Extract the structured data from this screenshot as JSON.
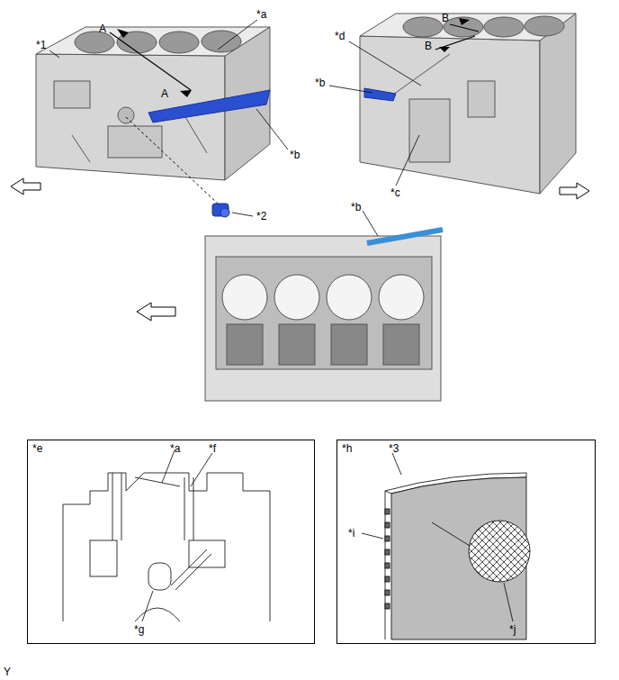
{
  "diagram": {
    "nodes": [
      {
        "text": [
          "*e",
          "*a",
          "*f",
          "*g"
        ]
      },
      {
        "text": [
          "*h",
          "*3",
          "*i",
          "*j"
        ]
      }
    ],
    "labels": [
      "*1",
      "A",
      "*a",
      "A",
      "*b",
      "*2",
      "*d",
      "*b",
      "B",
      "B",
      "*c",
      "*b",
      "Y"
    ]
  }
}
